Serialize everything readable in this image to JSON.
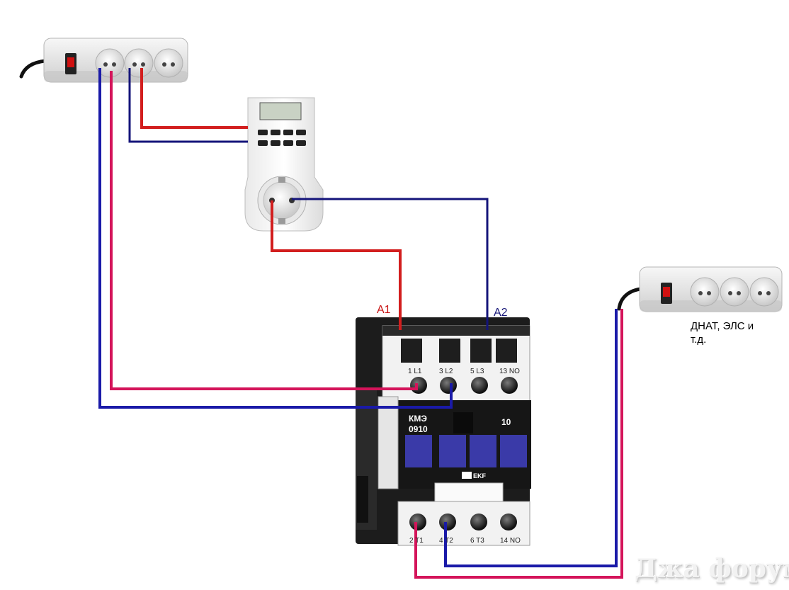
{
  "labels": {
    "coil_a1": "A1",
    "coil_a2": "A2",
    "load_note": "ДНАТ, ЭЛС и т.д.",
    "watermark": "Джа форум"
  },
  "contactor": {
    "model_line1": "КМЭ",
    "model_line2": "0910",
    "aux_code": "10",
    "brand": "EKF",
    "top_terminals": [
      "1 L1",
      "3 L2",
      "5 L3",
      "13 NO"
    ],
    "bottom_terminals": [
      "2 T1",
      "4 T2",
      "6 T3",
      "14 NO"
    ]
  },
  "colors": {
    "phase_wire": "#d4145a",
    "neutral_wire": "#1a1aa8",
    "timer_phase_wire": "#d21e1e",
    "timer_neutral_wire": "#14147a",
    "label_a1": "#c81414",
    "label_a2": "#1a1a7a"
  }
}
